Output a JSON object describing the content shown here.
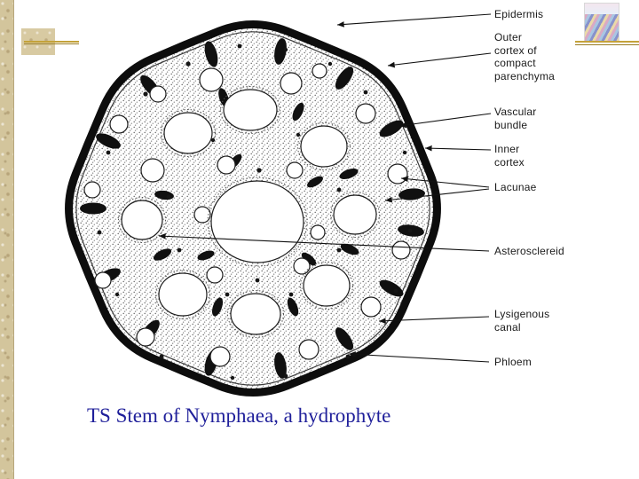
{
  "slide": {
    "caption": "TS Stem of Nymphaea, a hydrophyte"
  },
  "diagram": {
    "subject": "transverse section of Nymphaea stem",
    "labels": [
      {
        "id": "epidermis",
        "text": "Epidermis"
      },
      {
        "id": "outer-cortex",
        "text": "Outer\ncortex of\ncompact\nparenchyma"
      },
      {
        "id": "vascular-bundle",
        "text": "Vascular\nbundle"
      },
      {
        "id": "inner-cortex",
        "text": "Inner\ncortex"
      },
      {
        "id": "lacunae",
        "text": "Lacunae"
      },
      {
        "id": "asterosclereid",
        "text": "Asterosclereid"
      },
      {
        "id": "lysigenous-canal",
        "text": "Lysigenous\ncanal"
      },
      {
        "id": "phloem",
        "text": "Phloem"
      }
    ]
  },
  "colors": {
    "caption_text": "#1f1f9a",
    "gold_accent": "#c4a23a",
    "gold_accent_dark": "#9a7c22",
    "parchment": "#d3c59c",
    "ink": "#111111"
  }
}
